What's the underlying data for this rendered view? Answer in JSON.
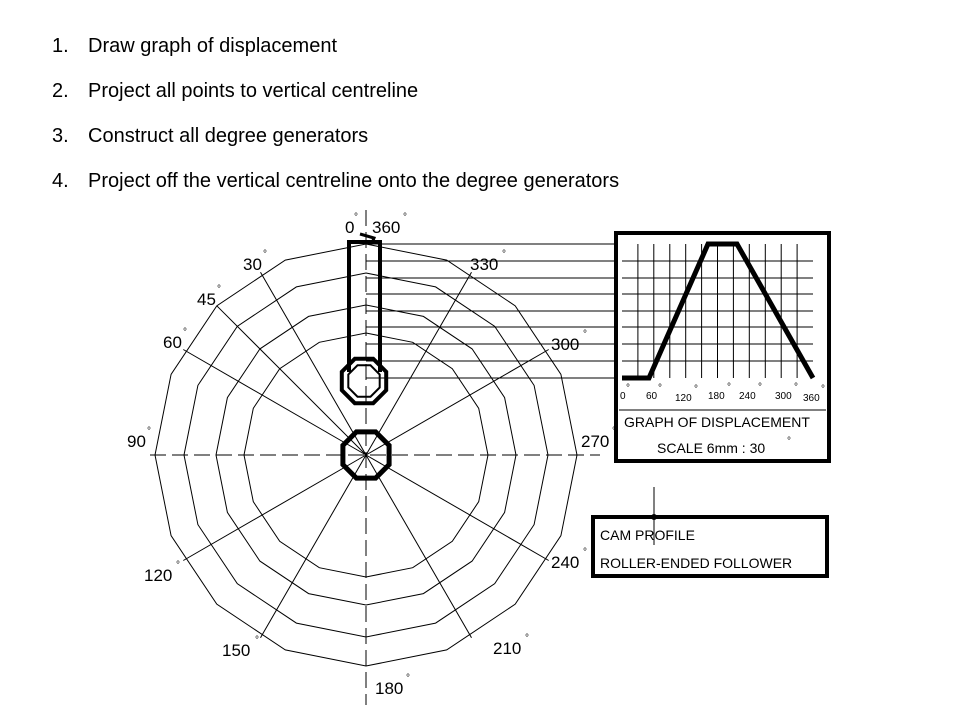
{
  "steps": [
    {
      "num": "1.",
      "text": "Draw graph of displacement"
    },
    {
      "num": "2.",
      "text": "Project all points to vertical centreline"
    },
    {
      "num": "3.",
      "text": "Construct all degree generators"
    },
    {
      "num": "4.",
      "text": "Project off the vertical centreline onto the degree generators"
    }
  ],
  "angle_labels": {
    "a0": "0",
    "a360": "360",
    "a30": "30",
    "a330": "330",
    "a45": "45",
    "a60": "60",
    "a300": "300",
    "a90": "90",
    "a270": "270",
    "a120": "120",
    "a240": "240",
    "a150": "150",
    "a210": "210",
    "a180": "180"
  },
  "degree_mark": "°",
  "graph": {
    "ticks": [
      "0",
      "60",
      "120",
      "180",
      "240",
      "300",
      "360"
    ],
    "title": "GRAPH OF DISPLACEMENT",
    "scale": "SCALE 6mm : 30"
  },
  "cam_box": {
    "line1": "CAM PROFILE",
    "line2": "ROLLER-ENDED FOLLOWER"
  }
}
